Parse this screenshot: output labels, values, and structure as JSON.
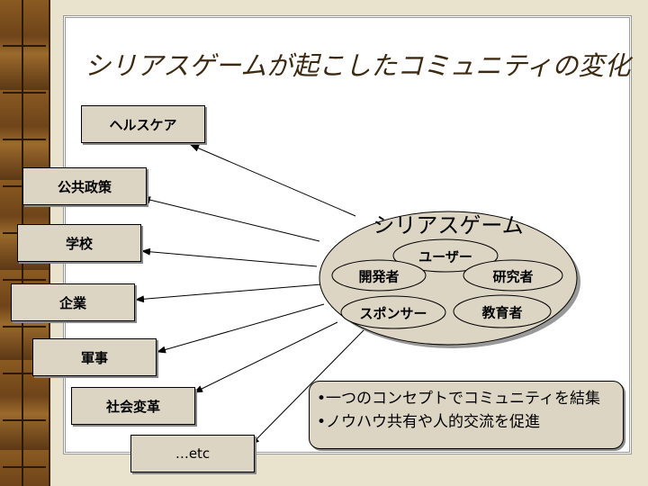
{
  "title": "シリアスゲームが起こしたコミュニティの変化",
  "targets": [
    "ヘルスケア",
    "公共政策",
    "学校",
    "企業",
    "軍事",
    "社会変革",
    "…etc"
  ],
  "center": {
    "label": "シリアスゲーム",
    "members": [
      "ユーザー",
      "開発者",
      "研究者",
      "スポンサー",
      "教育者"
    ]
  },
  "notes": [
    "•一つのコンセプトでコミュニティを結集",
    "•ノウハウ共有や人的交流を促進"
  ]
}
